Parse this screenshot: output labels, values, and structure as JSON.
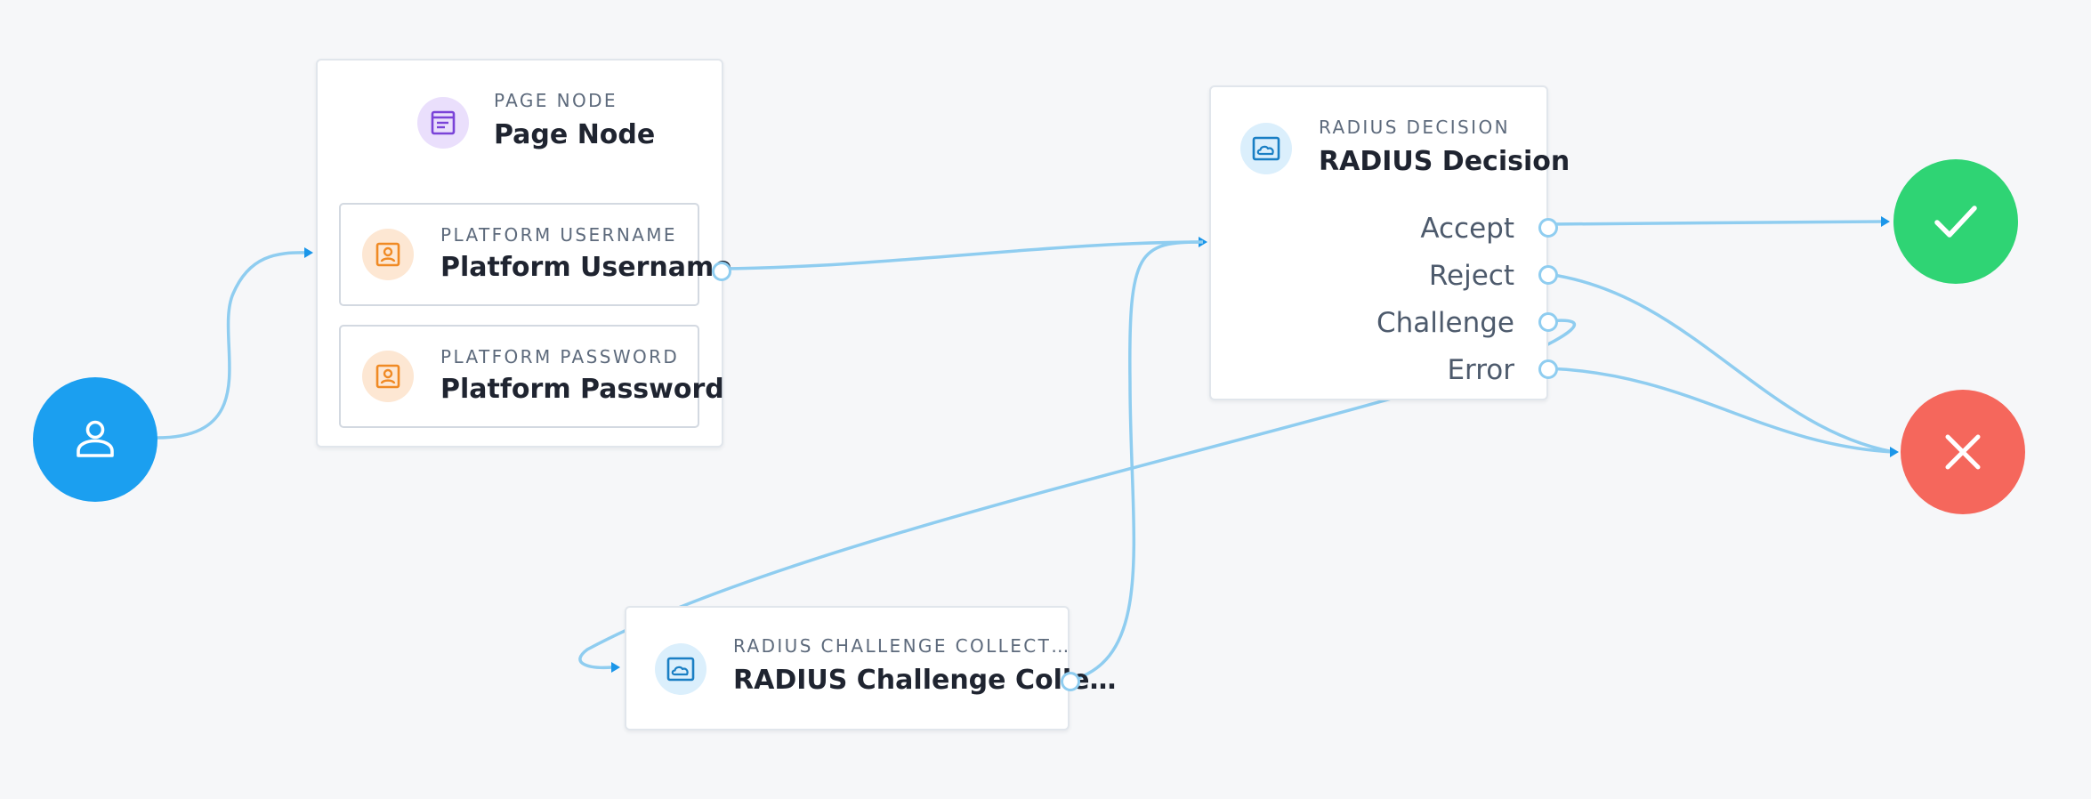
{
  "colors": {
    "canvas": "#f6f7f9",
    "wire": "#8fcdf0",
    "arrow": "#1b96e9",
    "start": "#1b9ff0",
    "success": "#2fd474",
    "failure": "#f5675c"
  },
  "start_node": {
    "icon": "user-icon"
  },
  "page_node": {
    "type_label": "PAGE NODE",
    "title": "Page Node",
    "icon": "page-icon",
    "children": [
      {
        "type_label": "PLATFORM USERNAME",
        "title": "Platform Username",
        "icon": "id-card-icon"
      },
      {
        "type_label": "PLATFORM PASSWORD",
        "title": "Platform Password",
        "icon": "id-card-icon"
      }
    ]
  },
  "radius_decision": {
    "type_label": "RADIUS DECISION",
    "title": "RADIUS Decision",
    "icon": "cloud-window-icon",
    "outcomes": [
      "Accept",
      "Reject",
      "Challenge",
      "Error"
    ]
  },
  "radius_challenge": {
    "type_label": "RADIUS CHALLENGE COLLECT…",
    "title": "RADIUS Challenge Colle…",
    "icon": "cloud-window-icon"
  },
  "success_node": {
    "icon": "checkmark-icon"
  },
  "failure_node": {
    "icon": "close-icon"
  }
}
